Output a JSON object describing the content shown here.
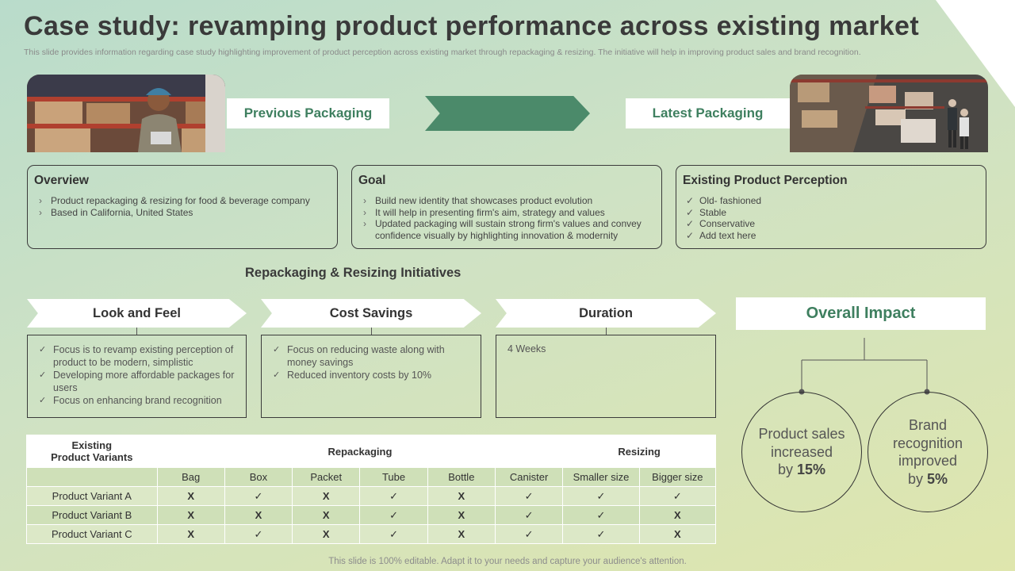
{
  "title": "Case study: revamping product performance across existing market",
  "subtitle": "This slide provides information regarding case study highlighting improvement of product perception across existing market through repackaging & resizing. The initiative will help in improving product sales and brand recognition.",
  "packaging": {
    "previous": "Previous Packaging",
    "latest": "Latest Packaging"
  },
  "overview": {
    "heading": "Overview",
    "items": [
      "Product repackaging & resizing for food & beverage company",
      "Based in California, United States"
    ]
  },
  "goal": {
    "heading": "Goal",
    "items": [
      "Build new identity that showcases product evolution",
      "It will help in presenting firm's aim, strategy and values",
      "Updated packaging will sustain strong firm's values and convey confidence visually by highlighting innovation & modernity"
    ]
  },
  "perception": {
    "heading": "Existing Product Perception",
    "items": [
      "Old- fashioned",
      "Stable",
      "Conservative",
      "Add text here"
    ]
  },
  "initiatives": {
    "title": "Repackaging & Resizing Initiatives",
    "look": {
      "heading": "Look and Feel",
      "items": [
        "Focus is to revamp existing perception of product to be modern, simplistic",
        "Developing more affordable packages for users",
        "Focus on enhancing brand recognition"
      ]
    },
    "cost": {
      "heading": "Cost Savings",
      "items": [
        "Focus on reducing waste along with money savings",
        "Reduced inventory costs by 10%"
      ]
    },
    "duration": {
      "heading": "Duration",
      "text": "4 Weeks"
    }
  },
  "impact": {
    "title": "Overall Impact",
    "sales": {
      "line1": "Product sales",
      "line2": "increased",
      "line3_prefix": "by ",
      "value": "15%"
    },
    "brand": {
      "line1": "Brand",
      "line2": "recognition",
      "line3": "improved",
      "line4_prefix": "by ",
      "value": "5%"
    }
  },
  "table": {
    "head_variants_1": "Existing",
    "head_variants_2": "Product Variants",
    "head_repackaging": "Repackaging",
    "head_resizing": "Resizing",
    "columns": [
      "Bag",
      "Box",
      "Packet",
      "Tube",
      "Bottle",
      "Canister",
      "Smaller size",
      "Bigger size"
    ],
    "rows": [
      {
        "name": "Product Variant A",
        "cells": [
          "X",
          "✓",
          "X",
          "✓",
          "X",
          "✓",
          "✓",
          "✓"
        ]
      },
      {
        "name": "Product Variant B",
        "cells": [
          "X",
          "X",
          "X",
          "✓",
          "X",
          "✓",
          "✓",
          "X"
        ]
      },
      {
        "name": "Product Variant C",
        "cells": [
          "X",
          "✓",
          "X",
          "✓",
          "X",
          "✓",
          "✓",
          "X"
        ]
      }
    ]
  },
  "colors": {
    "accent": "#4b8a6a",
    "accent_text": "#3e7f5f",
    "row_a": "#dce8c7",
    "row_b": "#cfe0b8"
  },
  "footer": "This slide is 100% editable. Adapt it to your needs and capture your audience's attention."
}
